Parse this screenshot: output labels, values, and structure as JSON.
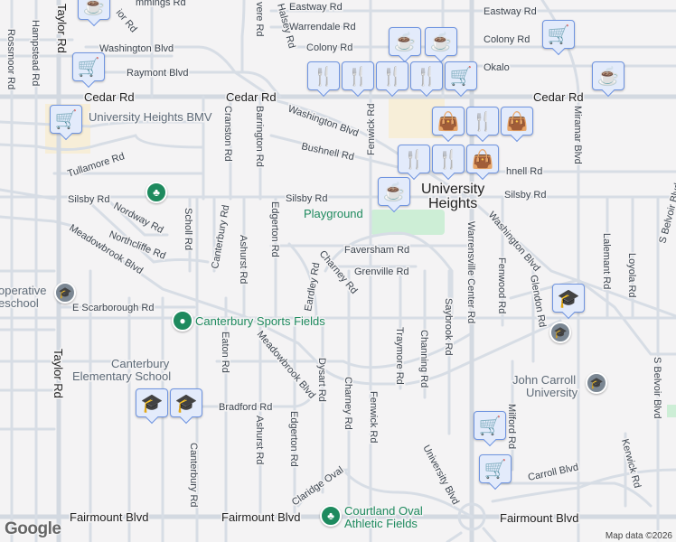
{
  "map": {
    "roads": {
      "cummings": "mmings Rd",
      "eastway": "Eastway Rd",
      "warrendale": "Warrendale Rd",
      "colony": "Colony Rd",
      "okalo": "Okalo",
      "halsey": "Halsey Rd",
      "vere": "vere Rd",
      "ior": "ior Rd",
      "washington": "Washington Blvd",
      "raymont": "Raymont Blvd",
      "cedar": "Cedar Rd",
      "bushnell": "Bushnell Rd",
      "bushnell_partial": "hnell Rd",
      "fenwick": "Fenwick Rd",
      "cranston": "Cranston Rd",
      "barrington": "Barrington Rd",
      "tullamore": "Tullamore Rd",
      "silsby": "Silsby Rd",
      "nordway": "Nordway Rd",
      "northcliffe": "Northcliffe Rd",
      "meadowbrook": "Meadowbrook Blvd",
      "scholl": "Scholl Rd",
      "canterbury": "Canterbury Rd",
      "ashurst": "Ashurst Rd",
      "edgerton": "Edgerton Rd",
      "charney": "Charney Rd",
      "eardley": "Eardley Rd",
      "faversham": "Faversham Rd",
      "grenville": "Grenville Rd",
      "warrensville": "Warrensville Center Rd",
      "fenwood": "Fenwood Rd",
      "glendon": "Glendon Rd",
      "lalemant": "Lalemant Rd",
      "loyola": "Loyola Rd",
      "belvoir": "S Belvoir Blvd",
      "miramar": "Miramar Blvd",
      "saybrook": "Saybrook Rd",
      "channing": "Channing Rd",
      "traymore": "Traymore Rd",
      "dysart": "Dysart Rd",
      "eaton": "Eaton Rd",
      "bradford": "Bradford Rd",
      "scarborough": "E Scarborough Rd",
      "taylor": "Taylor Rd",
      "rossmoor": "Rossmoor Rd",
      "hampstead": "Hampstead Rd",
      "milford": "Milford Rd",
      "kerwick": "Kerwick Rd",
      "carroll": "Carroll Blvd",
      "university_blvd": "University Blvd",
      "claridge": "Claridge Oval",
      "fairmount": "Fairmount Blvd"
    },
    "places": {
      "city_line1": "University",
      "city_line2": "Heights",
      "bmv": "University Heights BMV",
      "playground": "Playground",
      "sports_fields": "Canterbury Sports Fields",
      "elementary_line1": "Canterbury",
      "elementary_line2": "Elementary School",
      "coop_line1": "operative",
      "coop_line2": "eschool",
      "jcu_line1": "John Carroll",
      "jcu_line2": "University",
      "courtland_line1": "Courtland Oval",
      "courtland_line2": "Athletic Fields"
    },
    "markers": [
      {
        "type": "grocery",
        "icon": "cart-icon"
      },
      {
        "type": "cafe",
        "icon": "coffee-icon"
      },
      {
        "type": "restaurant",
        "icon": "fork-knife-icon"
      },
      {
        "type": "shopping",
        "icon": "bag-icon"
      },
      {
        "type": "school",
        "icon": "graduation-cap-icon"
      }
    ],
    "colors": {
      "park": "#1e8a5e",
      "marker_fill": "#e3ebfb",
      "marker_border": "#6f94e0",
      "icon": "#173e5f",
      "road": "#d7dde5"
    },
    "logo": "Google",
    "attribution": "Map data ©2026"
  }
}
